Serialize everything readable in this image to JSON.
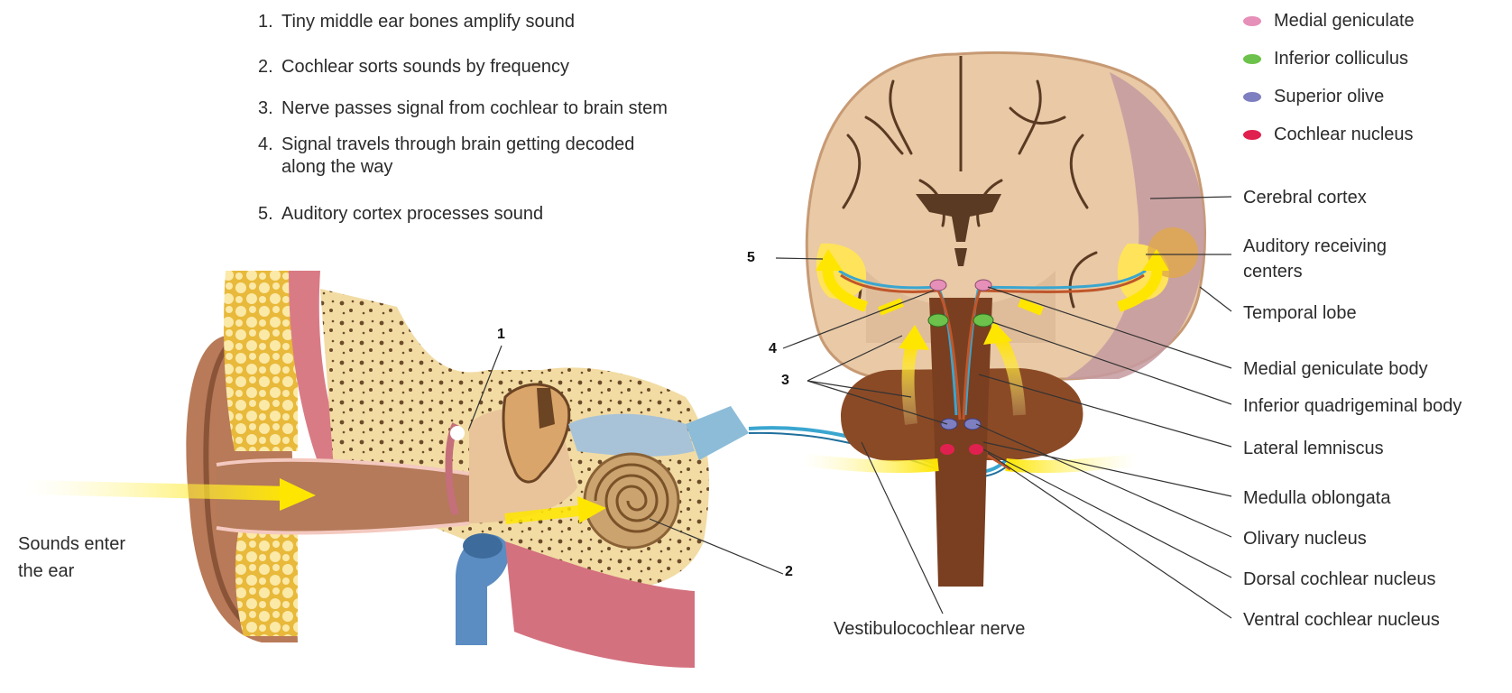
{
  "steps": [
    {
      "num": "1.",
      "text": "Tiny middle ear bones amplify sound"
    },
    {
      "num": "2.",
      "text": "Cochlear sorts sounds by frequency"
    },
    {
      "num": "3.",
      "text": "Nerve passes signal from cochlear to brain stem"
    },
    {
      "num": "4.",
      "text": "Signal travels through brain getting decoded",
      "cont": "along the way"
    },
    {
      "num": "5.",
      "text": "Auditory cortex processes sound"
    }
  ],
  "legend": [
    {
      "label": "Medial geniculate",
      "color": "#e68fb8"
    },
    {
      "label": "Inferior colliculus",
      "color": "#6cc24a"
    },
    {
      "label": "Superior olive",
      "color": "#7d7fc0"
    },
    {
      "label": "Cochlear nucleus",
      "color": "#e0214f"
    }
  ],
  "labels": {
    "cerebral_cortex": "Cerebral cortex",
    "auditory_receiving_1": "Auditory receiving",
    "auditory_receiving_2": "centers",
    "temporal_lobe": "Temporal lobe",
    "medial_geniculate_body": "Medial geniculate body",
    "inferior_quadrigeminal_body": "Inferior quadrigeminal body",
    "lateral_lemniscus": "Lateral lemniscus",
    "medulla_oblongata": "Medulla oblongata",
    "olivary_nucleus": "Olivary nucleus",
    "dorsal_cochlear_nucleus": "Dorsal cochlear nucleus",
    "ventral_cochlear_nucleus": "Ventral cochlear nucleus",
    "vestibulocochlear_nerve": "Vestibulocochlear nerve",
    "sounds_enter_1": "Sounds enter",
    "sounds_enter_2": "the ear"
  },
  "callouts": {
    "n1": "1",
    "n2": "2",
    "n3": "3",
    "n4": "4",
    "n5": "5"
  }
}
